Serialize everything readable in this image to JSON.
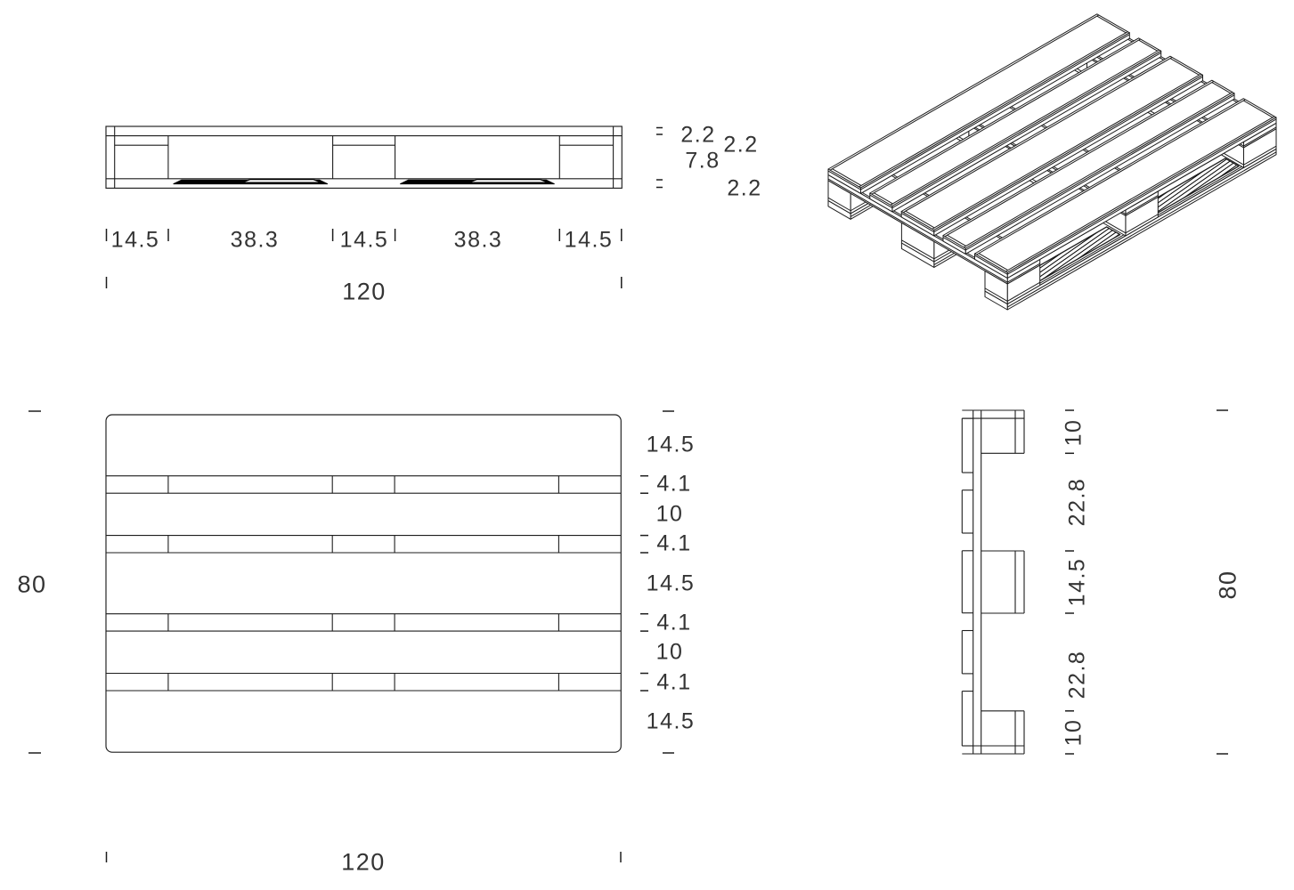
{
  "title": "euro-pallet-technical-drawing",
  "front_view": {
    "width_chain": [
      "14.5",
      "38.3",
      "14.5",
      "38.3",
      "14.5"
    ],
    "total_width": "120",
    "top_board_thickness": "2.2",
    "cross_board_thickness": "2.2",
    "block_height": "7.8",
    "bottom_board_thickness": "2.2"
  },
  "plan_view": {
    "board_chain": [
      "14.5",
      "4.1",
      "10",
      "4.1",
      "14.5",
      "4.1",
      "10",
      "4.1",
      "14.5"
    ],
    "total_width": "120",
    "total_depth": "80"
  },
  "side_view": {
    "segment_chain": [
      "10",
      "22.8",
      "14.5",
      "22.8",
      "10"
    ],
    "total_depth": "80"
  },
  "colors": {
    "line": "#1d1d1d",
    "dim_text": "#343434",
    "background": "#ffffff"
  }
}
